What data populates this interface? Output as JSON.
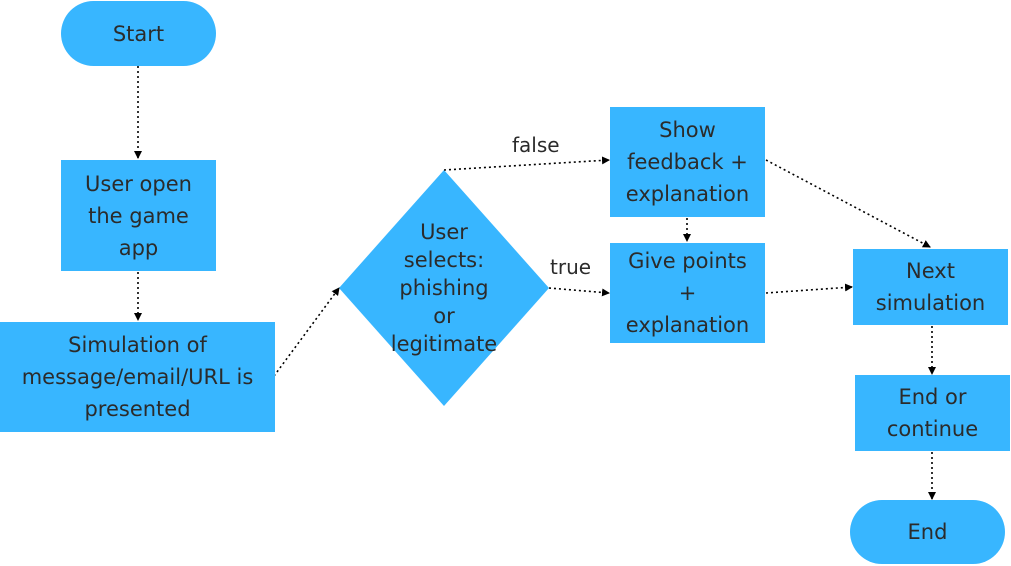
{
  "colors": {
    "node_fill": "#38b6ff",
    "text": "#2b2b2b",
    "connector": "#000000"
  },
  "nodes": {
    "start": "Start",
    "open_app": "User open\nthe game\napp",
    "simulation": "Simulation of\nmessage/email/URL is\npresented",
    "decision": "User\nselects:\nphishing\nor\nlegitimate",
    "feedback": "Show\nfeedback +\nexplanation",
    "points": "Give points\n+\nexplanation",
    "next": "Next\nsimulation",
    "end_continue": "End or\ncontinue",
    "end": "End"
  },
  "edge_labels": {
    "false": "false",
    "true": "true"
  }
}
